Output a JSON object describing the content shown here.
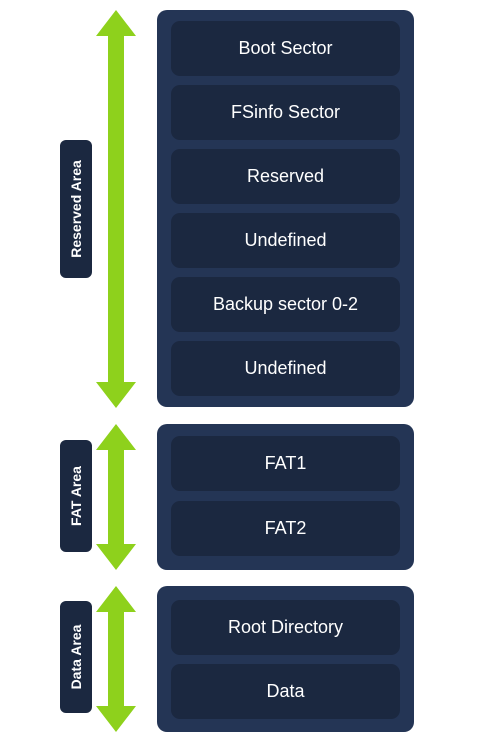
{
  "colors": {
    "block": "#243555",
    "cell": "#1b2840",
    "arrow": "#8ed11c",
    "text": "#ffffff"
  },
  "groups": [
    {
      "label": "Reserved Area",
      "cells": [
        "Boot Sector",
        "FSinfo Sector",
        "Reserved",
        "Undefined",
        "Backup sector 0-2",
        "Undefined"
      ]
    },
    {
      "label": "FAT Area",
      "cells": [
        "FAT1",
        "FAT2"
      ]
    },
    {
      "label": "Data Area",
      "cells": [
        "Root Directory",
        "Data"
      ]
    }
  ]
}
